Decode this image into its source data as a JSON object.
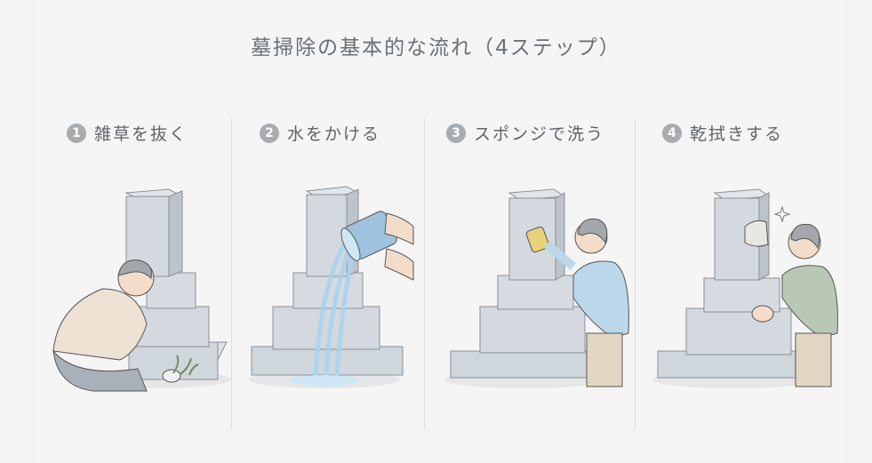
{
  "title": "墓掃除の基本的な流れ（4ステップ）",
  "steps": [
    {
      "number": "1",
      "label": "雑草を抜く",
      "illustration": "man-pulling-weeds-icon"
    },
    {
      "number": "2",
      "label": "水をかける",
      "illustration": "pouring-water-bucket-icon"
    },
    {
      "number": "3",
      "label": "スポンジで洗う",
      "illustration": "washing-with-sponge-icon"
    },
    {
      "number": "4",
      "label": "乾拭きする",
      "illustration": "wiping-with-cloth-icon"
    }
  ],
  "colors": {
    "background": "#f5f5f5",
    "title_text": "#6b7075",
    "badge": "#a7acb1",
    "stone": "#d3d9df",
    "stone_shadow": "#bcc3ca",
    "water": "#a9d3ee",
    "sponge": "#e8d27a"
  }
}
